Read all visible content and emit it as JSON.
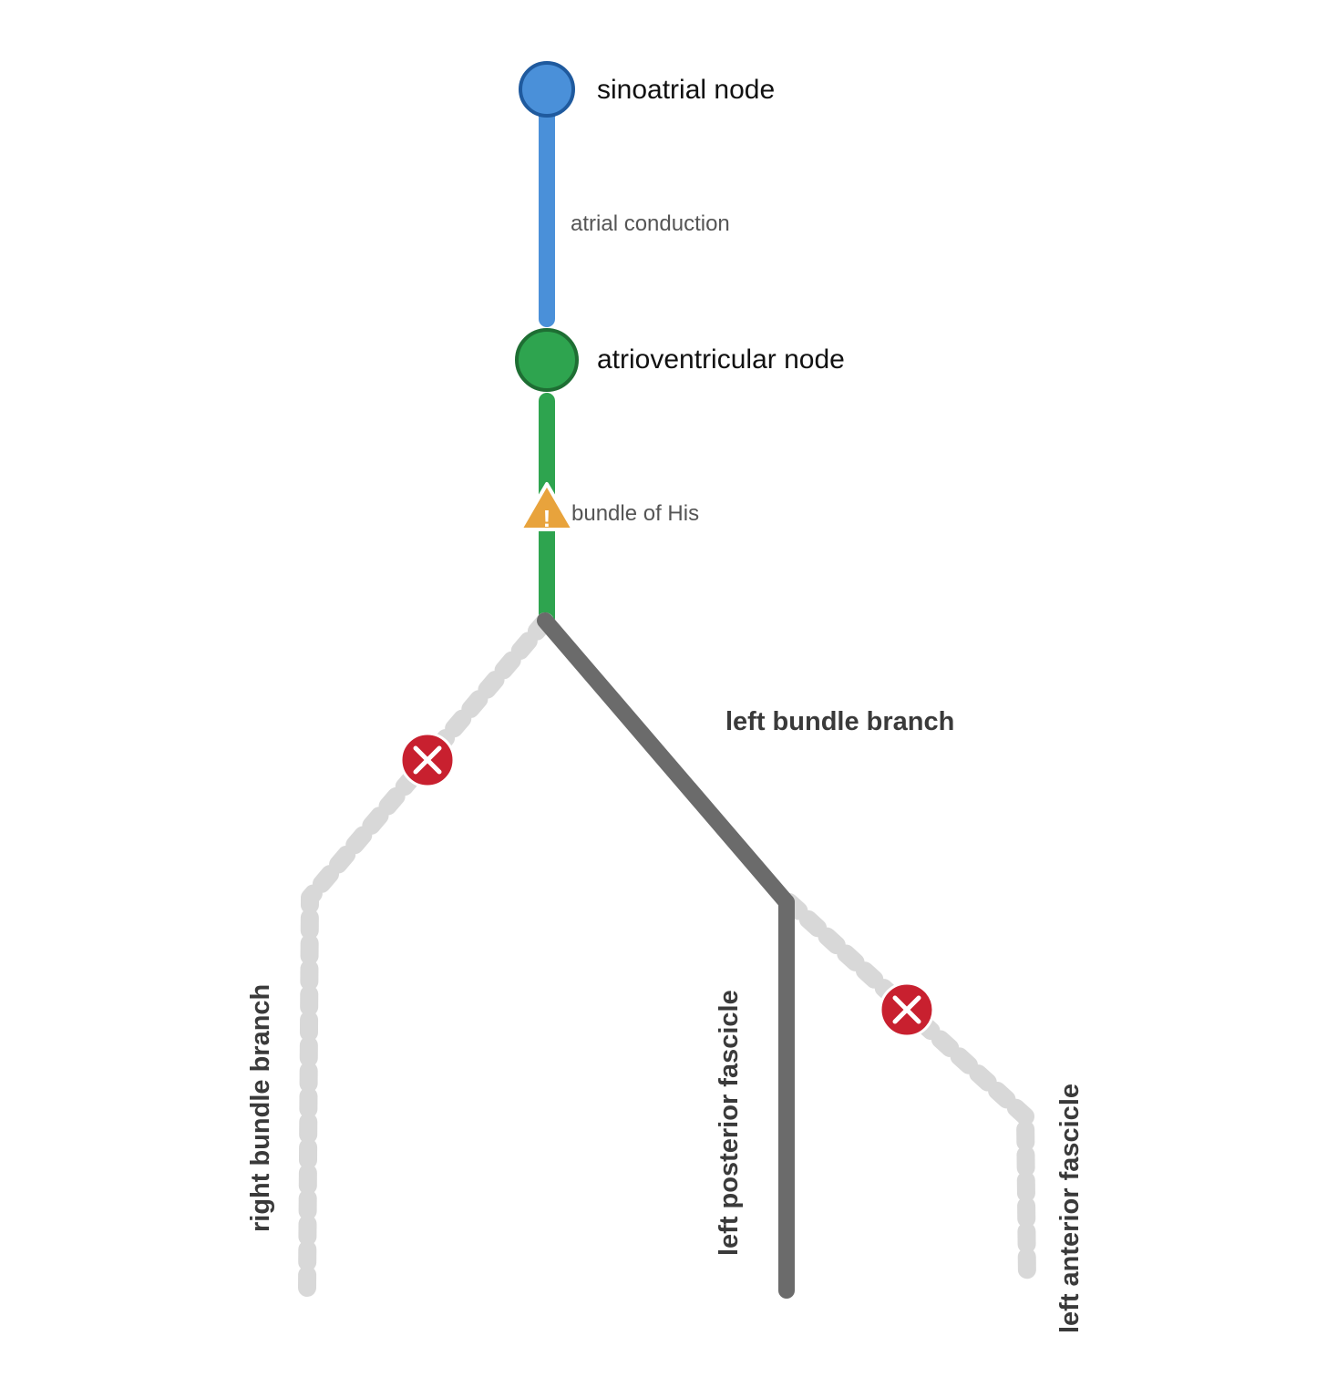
{
  "colors": {
    "sinoatrial": "#4a90d9",
    "sinoatrial_border": "#1f5a9e",
    "av_node": "#2ea44f",
    "av_node_border": "#1e6e33",
    "active_branch": "#6b6b6b",
    "blocked_branch": "#d8d8d8",
    "block_marker": "#c8202f",
    "warning_marker": "#e8a33c"
  },
  "nodes": {
    "sinoatrial": {
      "label": "sinoatrial node"
    },
    "atrioventricular": {
      "label": "atrioventricular node"
    }
  },
  "segments": {
    "atrial_conduction": {
      "label": "atrial conduction",
      "status": "normal"
    },
    "bundle_of_his": {
      "label": "bundle of His",
      "status": "warning",
      "icon": "warning-icon"
    },
    "left_bundle_branch": {
      "label": "left bundle branch",
      "status": "conducting"
    },
    "right_bundle_branch": {
      "label": "right bundle branch",
      "status": "blocked",
      "icon": "block-x-icon"
    },
    "left_posterior_fascicle": {
      "label": "left posterior fascicle",
      "status": "conducting"
    },
    "left_anterior_fascicle": {
      "label": "left anterior fascicle",
      "status": "blocked",
      "icon": "block-x-icon"
    }
  }
}
